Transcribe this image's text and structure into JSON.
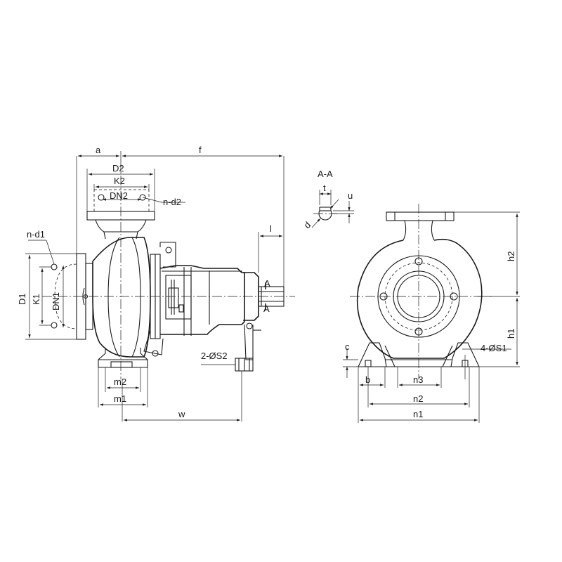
{
  "labels": {
    "a": "a",
    "f": "f",
    "D2": "D2",
    "K2": "K2",
    "DN2": "DN2",
    "n_d2": "n-d2",
    "n_d1": "n-d1",
    "D1": "D1",
    "K1": "K1",
    "DN1": "DN1",
    "l": "l",
    "A_top": "A",
    "A_bottom": "A",
    "S2": "2-ØS2",
    "m2": "m2",
    "m1": "m1",
    "w": "w",
    "section": "A-A",
    "t": "t",
    "u": "u",
    "d": "d",
    "h2": "h2",
    "h1": "h1",
    "c": "c",
    "S1": "4-ØS1",
    "b": "b",
    "n3": "n3",
    "n2": "n2",
    "n1": "n1"
  }
}
